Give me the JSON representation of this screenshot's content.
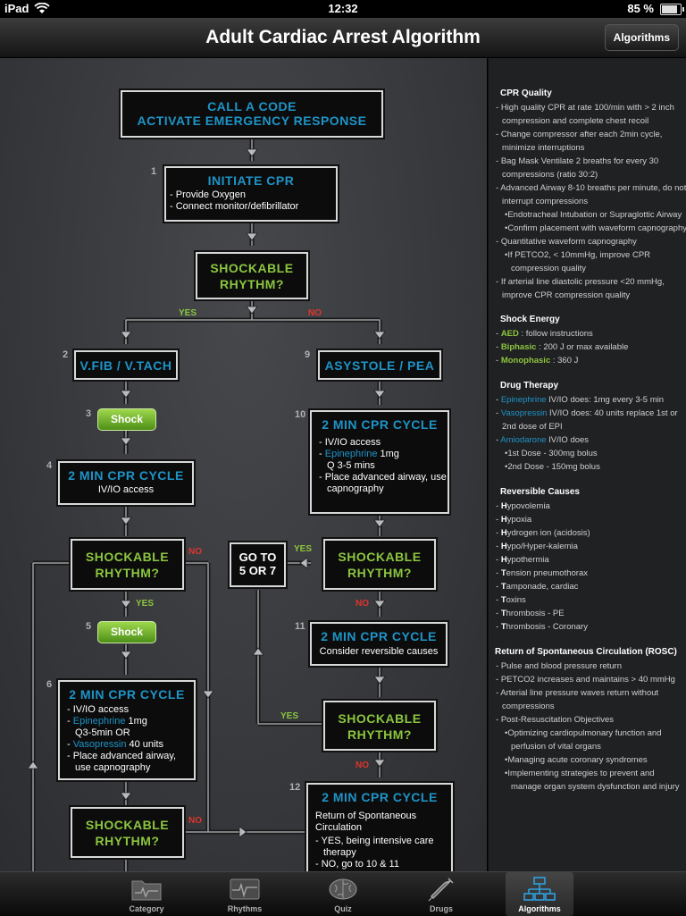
{
  "status": {
    "device": "iPad",
    "time": "12:32",
    "battery": "85 %"
  },
  "nav": {
    "title": "Adult Cardiac Arrest Algorithm",
    "button": "Algorithms"
  },
  "flow": {
    "call_code": {
      "line1": "CALL A CODE",
      "line2": "ACTIVATE EMERGENCY RESPONSE"
    },
    "initiate": {
      "num": "1",
      "title": "INITIATE CPR",
      "items": [
        "Provide Oxygen",
        "Connect monitor/defibrillator"
      ]
    },
    "shockable_q": {
      "line1": "SHOCKABLE",
      "line2": "RHYTHM?"
    },
    "yes": "YES",
    "no": "NO",
    "vfib": {
      "num": "2",
      "label": "V.FIB / V.TACH"
    },
    "asystole": {
      "num": "9",
      "label": "ASYSTOLE / PEA"
    },
    "shock_label": "Shock",
    "n3": "3",
    "n5": "5",
    "cpr4": {
      "num": "4",
      "title": "2 MIN CPR CYCLE",
      "sub": "IV/IO access"
    },
    "cpr10": {
      "num": "10",
      "title": "2 MIN CPR CYCLE",
      "items": [
        "IV/IO access",
        "Place advanced airway, use capnography"
      ],
      "epi": "Epinephrine",
      "epi_dose": " 1mg",
      "epi_freq": "Q 3-5 mins"
    },
    "goto": {
      "line1": "GO TO",
      "line2": "5 OR 7"
    },
    "cpr11": {
      "num": "11",
      "title": "2 MIN CPR CYCLE",
      "sub": "Consider reversible causes"
    },
    "cpr6": {
      "num": "6",
      "title": "2 MIN CPR CYCLE",
      "item1": "IV/IO access",
      "epi": "Epinephrine",
      "epi_dose": " 1mg",
      "epi_freq": "Q3-5min OR",
      "vaso": "Vasopressin",
      "vaso_dose": " 40 units",
      "item_last": "Place advanced airway, use capnography"
    },
    "cpr12": {
      "num": "12",
      "title": "2 MIN CPR CYCLE",
      "sub": "Return of Spontaneous Circulation",
      "items": [
        "YES, being intensive care therapy",
        "NO, go to 10 & 11"
      ]
    }
  },
  "sidebar": {
    "cpr": {
      "title": "CPR Quality",
      "items": [
        "High quality CPR at rate 100/min with > 2 inch compression and complete chest recoil",
        "Change compressor after each 2min cycle, minimize interruptions",
        "Bag Mask Ventilate 2 breaths for every 30 compressions (ratio 30:2)",
        "Advanced Airway 8-10 breaths per minute, do not interrupt compressions"
      ],
      "airway_subs": [
        "Endotracheal Intubation or Supraglottic Airway",
        "Confirm placement with waveform capnography"
      ],
      "capno": "Quantitative waveform capnography",
      "capno_sub": "If PETCO2, < 10mmHg, improve CPR compression quality",
      "arterial": "If arterial line diastolic pressure <20 mmHg, improve CPR compression quality"
    },
    "shock": {
      "title": "Shock Energy",
      "aed": "AED",
      "aed_text": " : follow instructions",
      "bi": "Biphasic",
      "bi_text": " : 200 J or max available",
      "mono": "Monophasic",
      "mono_text": " : 360 J"
    },
    "drug": {
      "title": "Drug Therapy",
      "epi": "Epinephrine",
      "epi_text": " IV/IO does: 1mg every 3-5 min",
      "vaso": "Vasopressin",
      "vaso_text": " IV/IO does: 40 units replace 1st or 2nd dose of EPI",
      "amio": "Amiodarone",
      "amio_text": " IV/IO does",
      "doses": [
        "1st Dose - 300mg bolus",
        "2nd Dose - 150mg bolus"
      ]
    },
    "rev": {
      "title": "Reversible Causes",
      "items": [
        {
          "b": "H",
          "t": "ypovolemia"
        },
        {
          "b": "H",
          "t": "ypoxia"
        },
        {
          "b": "H",
          "t": "ydrogen ion (acidosis)"
        },
        {
          "b": "H",
          "t": "ypo/Hyper-kalemia"
        },
        {
          "b": "H",
          "t": "ypothermia"
        },
        {
          "b": "T",
          "t": "ension pneumothorax"
        },
        {
          "b": "T",
          "t": "amponade, cardiac"
        },
        {
          "b": "T",
          "t": "oxins"
        },
        {
          "b": "T",
          "t": "hrombosis - PE"
        },
        {
          "b": "T",
          "t": "hrombosis - Coronary"
        }
      ]
    },
    "rosc": {
      "title": "Return of Spontaneous Circulation (ROSC)",
      "items": [
        "Pulse and blood pressure return",
        "PETCO2 increases and maintains > 40 mmHg",
        "Arterial line pressure waves return without compressions",
        "Post-Resuscitation Objectives"
      ],
      "subs": [
        "Optimizing cardiopulmonary function and perfusion of vital organs",
        "Managing acute coronary syndromes",
        "Implementing strategies to prevent and manage organ system dysfunction and injury"
      ]
    }
  },
  "tabs": [
    {
      "label": "Category",
      "icon": "folder-icon"
    },
    {
      "label": "Rhythms",
      "icon": "monitor-icon"
    },
    {
      "label": "Quiz",
      "icon": "brain-icon"
    },
    {
      "label": "Drugs",
      "icon": "syringe-icon"
    },
    {
      "label": "Algorithms",
      "icon": "flowchart-icon",
      "active": true
    }
  ]
}
